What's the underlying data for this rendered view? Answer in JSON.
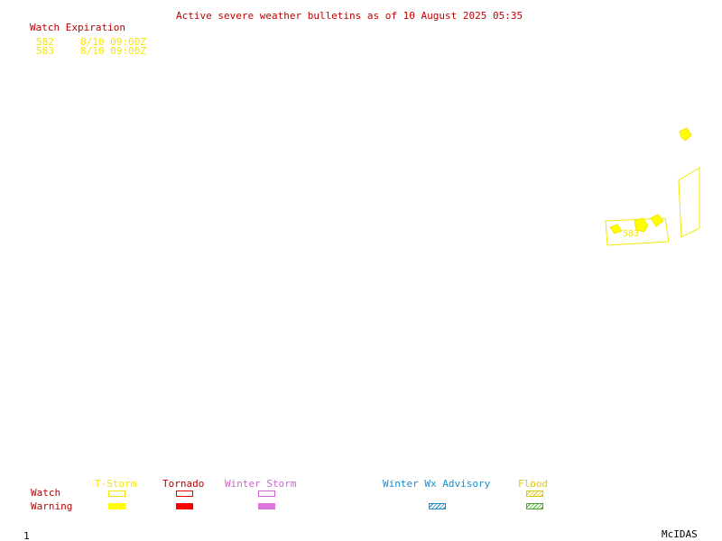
{
  "header": {
    "title": "Active severe weather bulletins as of 10 August 2025 05:35"
  },
  "watch_list": {
    "heading": "Watch Expiration",
    "items": [
      {
        "id": "582",
        "expiration": "8/10 09:00Z"
      },
      {
        "id": "583",
        "expiration": "8/10 09:00Z"
      }
    ]
  },
  "map": {
    "watch_label": "583",
    "colors": {
      "watch_outline": "#f5e600",
      "warning_fill": "#ffff00"
    }
  },
  "legend": {
    "row_watch": "Watch",
    "row_warning": "Warning",
    "columns": [
      {
        "key": "tstorm",
        "label": "T-Storm",
        "color": "#f5e600"
      },
      {
        "key": "tornado",
        "label": "Tornado",
        "color": "#c00000"
      },
      {
        "key": "winter_storm",
        "label": "Winter Storm",
        "color": "#cc66cc"
      },
      {
        "key": "winter_wx_advisory",
        "label": "Winter Wx Advisory",
        "color": "#1a8ccc"
      },
      {
        "key": "flood",
        "label": "Flood",
        "color": "#e0c800"
      }
    ]
  },
  "footer": {
    "frame_number": "1",
    "brand": "McIDAS"
  }
}
